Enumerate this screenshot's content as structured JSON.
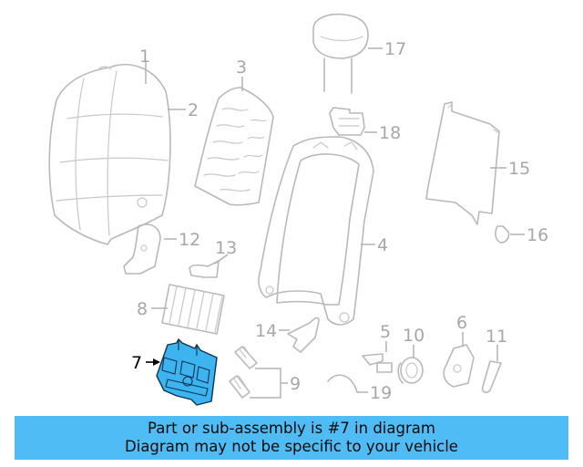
{
  "callouts": {
    "n1": "1",
    "n2": "2",
    "n3": "3",
    "n4": "4",
    "n5": "5",
    "n6": "6",
    "n7": "7",
    "n8": "8",
    "n9": "9",
    "n10": "10",
    "n11": "11",
    "n12": "12",
    "n13": "13",
    "n14": "14",
    "n15": "15",
    "n16": "16",
    "n17": "17",
    "n18": "18",
    "n19": "19"
  },
  "highlighted_part": "7",
  "colors": {
    "highlight_fill": "#3db3ef",
    "banner_bg": "#4fbcf6",
    "part_line": "#b9b9b9"
  },
  "banner": {
    "line1": "Part or sub-assembly is #7 in diagram",
    "line2": "Diagram may not be specific to your vehicle"
  }
}
